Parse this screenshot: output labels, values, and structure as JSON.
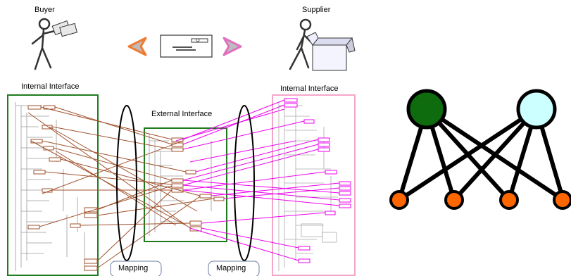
{
  "labels": {
    "buyer": "Buyer",
    "supplier": "Supplier",
    "internal_left": "Internal Interface",
    "internal_right": "Internal Interface",
    "external": "External Interface",
    "mapping_left": "Mapping",
    "mapping_right": "Mapping"
  },
  "icons": {
    "buyer": "person-with-money-icon",
    "supplier": "person-with-box-icon",
    "message": "envelope-icon",
    "arrow_left": "arrow-left-icon",
    "arrow_right": "arrow-right-icon"
  },
  "colors": {
    "internal_left": "#1e7b1e",
    "external": "#1e7b1e",
    "internal_right": "#f4a6c8",
    "links_left": "#a0522d",
    "links_right": "#ee00ee",
    "node_green": "#0e6b0e",
    "node_cyan": "#ccffff",
    "node_orange": "#ff6600",
    "arrow_left": "#f07a30",
    "arrow_right": "#e070c0"
  }
}
